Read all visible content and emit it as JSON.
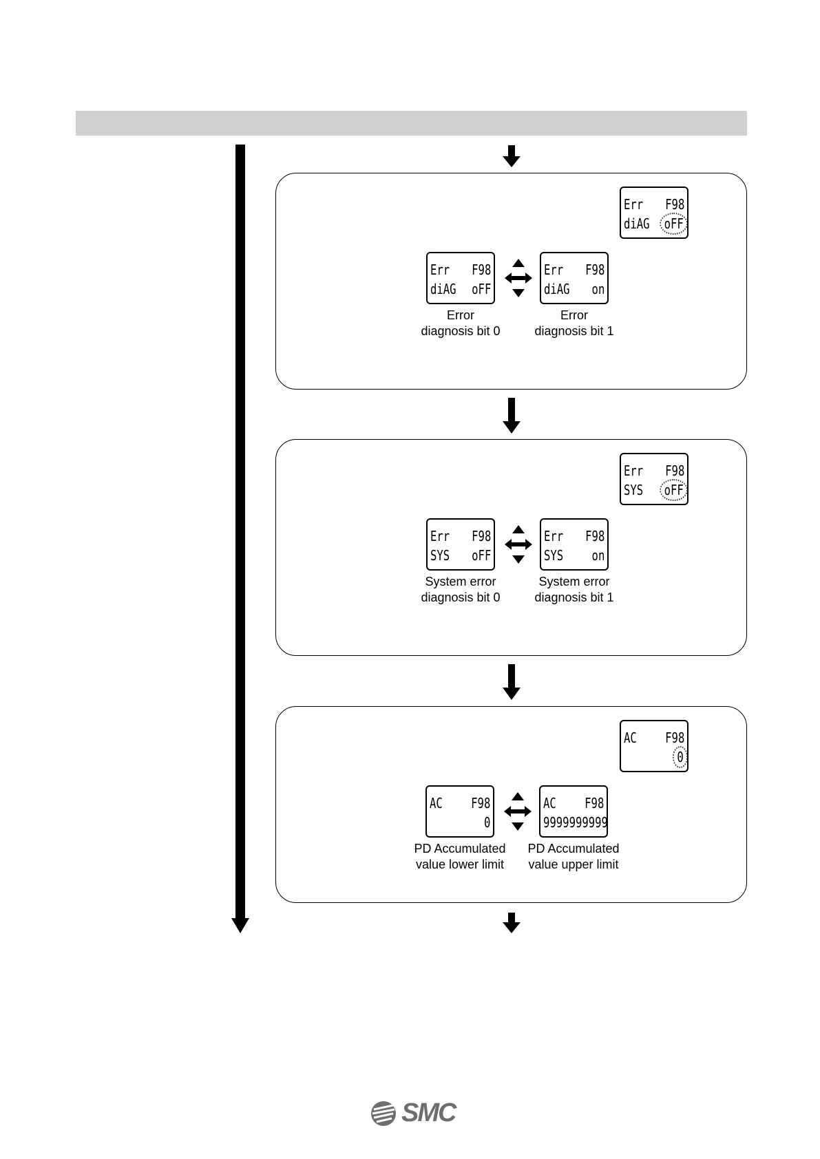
{
  "panels": [
    {
      "current": {
        "line1_left": "Err",
        "line1_right": "F98",
        "line2_left": "diAG",
        "line2_right": "oFF"
      },
      "left": {
        "line1_left": "Err",
        "line1_right": "F98",
        "line2_left": "diAG",
        "line2_right": "oFF",
        "caption_1": "Error",
        "caption_2": "diagnosis bit 0"
      },
      "right": {
        "line1_left": "Err",
        "line1_right": "F98",
        "line2_left": "diAG",
        "line2_right": "on",
        "caption_1": "Error",
        "caption_2": "diagnosis bit 1"
      }
    },
    {
      "current": {
        "line1_left": "Err",
        "line1_right": "F98",
        "line2_left": "SYS",
        "line2_right": "oFF"
      },
      "left": {
        "line1_left": "Err",
        "line1_right": "F98",
        "line2_left": "SYS",
        "line2_right": "oFF",
        "caption_1": "System error",
        "caption_2": "diagnosis bit 0"
      },
      "right": {
        "line1_left": "Err",
        "line1_right": "F98",
        "line2_left": "SYS",
        "line2_right": "on",
        "caption_1": "System error",
        "caption_2": "diagnosis bit 1"
      }
    },
    {
      "current": {
        "line1_left": "AC",
        "line1_right": "F98",
        "line2_left": "",
        "line2_right": "0"
      },
      "left": {
        "line1_left": "AC",
        "line1_right": "F98",
        "line2_left": "",
        "line2_right": "0",
        "caption_1": "PD Accumulated",
        "caption_2": "value lower limit"
      },
      "right": {
        "line1_left": "AC",
        "line1_right": "F98",
        "line2_left": "",
        "line2_right": "9999999999",
        "caption_1": "PD Accumulated",
        "caption_2": "value upper limit"
      }
    }
  ],
  "footer": {
    "logo_text": "SMC"
  }
}
